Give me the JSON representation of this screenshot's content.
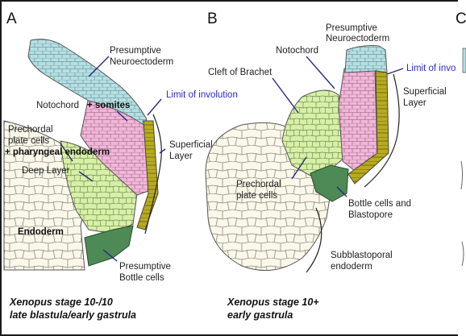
{
  "panel_a": {
    "letter": "A",
    "labels": {
      "neuro_1": "Presumptive",
      "neuro_2": "Neuroectoderm",
      "notochord": "Notochord",
      "somites": "+ somites",
      "limit": "Limit of involution",
      "prechordal_1": "Prechordal",
      "prechordal_2": "plate cells",
      "pharyngeal": "+ pharyngeal endoderm",
      "deep_layer": "Deep Layer",
      "superficial_1": "Superficial",
      "superficial_2": "Layer",
      "endoderm": "Endoderm",
      "bottle_1": "Presumptive",
      "bottle_2": "Bottle cells"
    },
    "caption_1": "Xenopus stage 10-/10",
    "caption_2": "late blastula/early gastrula"
  },
  "panel_b": {
    "letter": "B",
    "labels": {
      "neuro_1": "Presumptive",
      "neuro_2": "Neuroectoderm",
      "notochord": "Notochord",
      "cleft": "Cleft of Brachet",
      "limit": "Limit of invo",
      "superficial_1": "Superficial",
      "superficial_2": "Layer",
      "prechordal_1": "Prechordal",
      "prechordal_2": "plate cells",
      "bottle_1": "Bottle cells and",
      "bottle_2": "Blastopore",
      "subblasto_1": "Subblastoporal",
      "subblasto_2": "endoderm"
    },
    "caption_1": "Xenopus stage 10+",
    "caption_2": "early gastrula"
  },
  "panel_c": {
    "letter": "C"
  },
  "colors": {
    "neuroectoderm": "#b5e0e3",
    "notochord": "#f2b6d8",
    "prechordal": "#d8f0a6",
    "superficial": "#b8ab1c",
    "bottle": "#4d8a55",
    "endoderm": "#fbf8ea",
    "limit_text": "#2a2ad4"
  }
}
